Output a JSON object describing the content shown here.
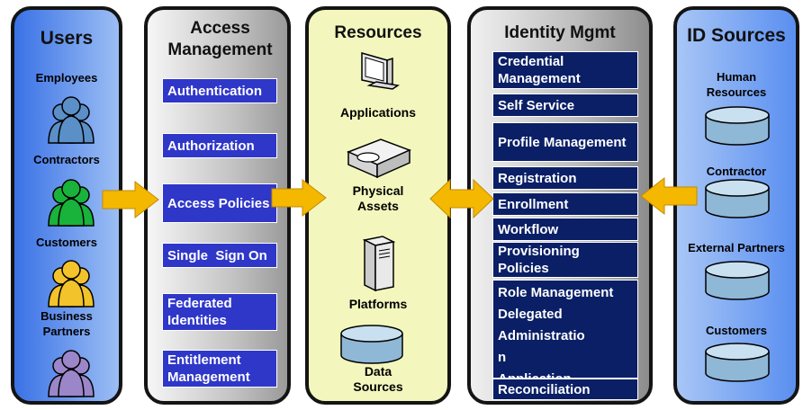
{
  "panels": {
    "users": {
      "title": "Users",
      "items": [
        "Employees",
        "Contractors",
        "Customers",
        "Business Partners"
      ],
      "icon_colors": [
        "#5b8fc7",
        "#19b23b",
        "#f2c32a",
        "#9a86c8"
      ]
    },
    "access": {
      "title": "Access Management",
      "items": [
        "Authentication",
        "Authorization",
        "Access Policies",
        "Single  Sign On",
        "Federated Identities",
        "Entitlement Management"
      ]
    },
    "resources": {
      "title": "Resources",
      "items": [
        "Applications",
        "Physical Assets",
        "Platforms",
        "Data Sources"
      ]
    },
    "identity": {
      "title": "Identity Mgmt",
      "items": [
        "Credential Management",
        "Self Service",
        "Profile Management",
        "Registration",
        "Enrollment",
        "Workflow",
        "Provisioning Policies",
        "Role Management",
        "Delegated Administratio",
        "n",
        "Application",
        "Reconciliation"
      ]
    },
    "idsources": {
      "title": "ID Sources",
      "items": [
        "Human Resources",
        "Contractor",
        "External Partners",
        "Customers"
      ]
    }
  },
  "colors": {
    "users_panel": "#3a72e6",
    "access_box": "#2f37c9",
    "resources_panel": "#f3f7bd",
    "identity_box": "#0a1f66",
    "arrow": "#f5b800",
    "database": "#9ec3dd"
  }
}
